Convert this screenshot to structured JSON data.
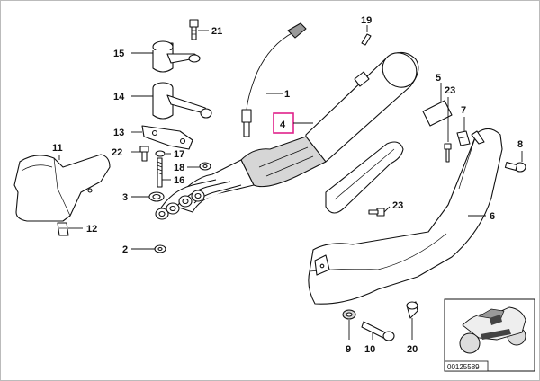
{
  "callouts": {
    "c1": "1",
    "c2": "2",
    "c3": "3",
    "c4": "4",
    "c5": "5",
    "c6": "6",
    "c7": "7",
    "c8": "8",
    "c9": "9",
    "c10": "10",
    "c11": "11",
    "c12": "12",
    "c13": "13",
    "c14": "14",
    "c15": "15",
    "c16": "16",
    "c17": "17",
    "c18": "18",
    "c19": "19",
    "c20": "20",
    "c21": "21",
    "c22": "22",
    "c23a": "23",
    "c23b": "23"
  },
  "highlight": {
    "color": "#e0218a"
  },
  "inset": {
    "reference": "00125589"
  }
}
